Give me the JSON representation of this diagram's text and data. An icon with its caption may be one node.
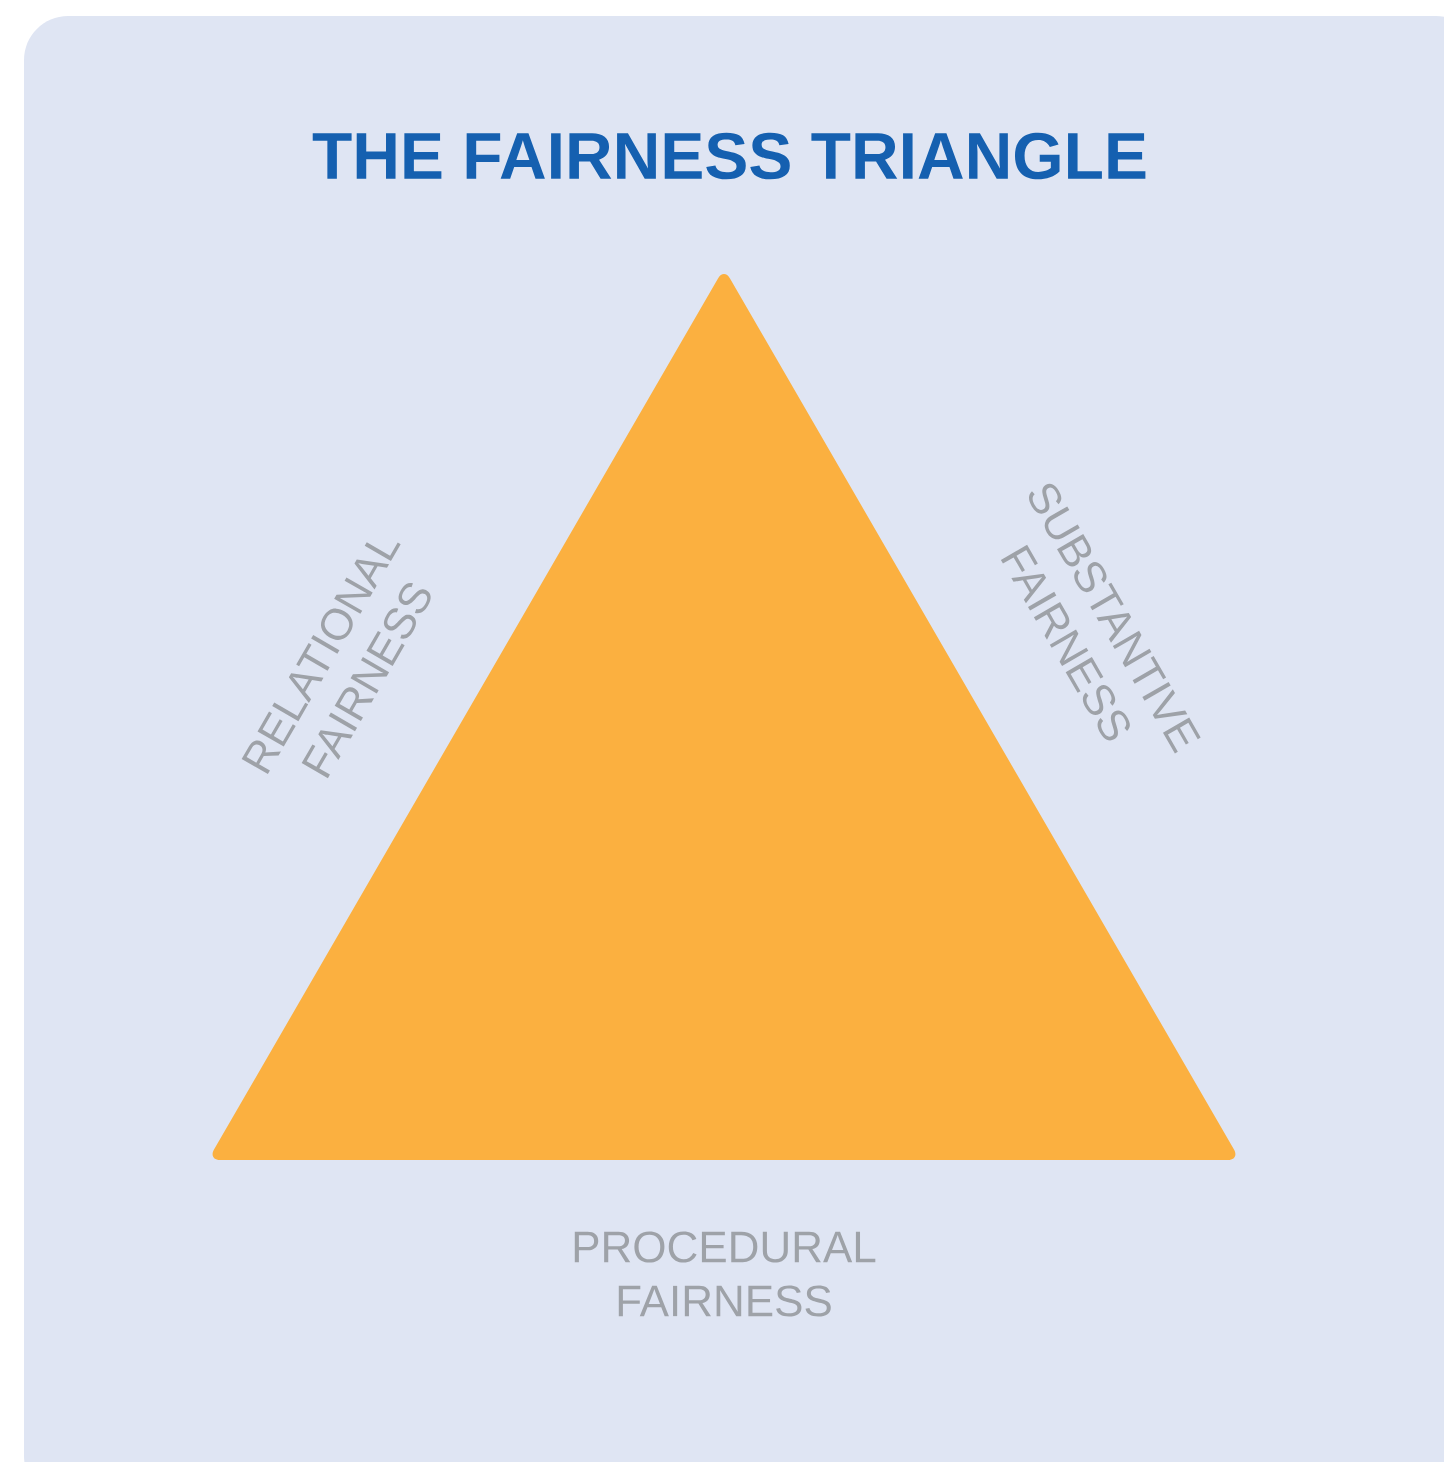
{
  "diagram": {
    "title": "THE FAIRNESS TRIANGLE",
    "nodes": [
      {
        "text": [],
        "shape": "triangle",
        "beside": [
          "RELATIONAL FAIRNESS",
          "SUBSTANTIVE FAIRNESS",
          "PROCEDURAL FAIRNESS"
        ]
      }
    ]
  }
}
